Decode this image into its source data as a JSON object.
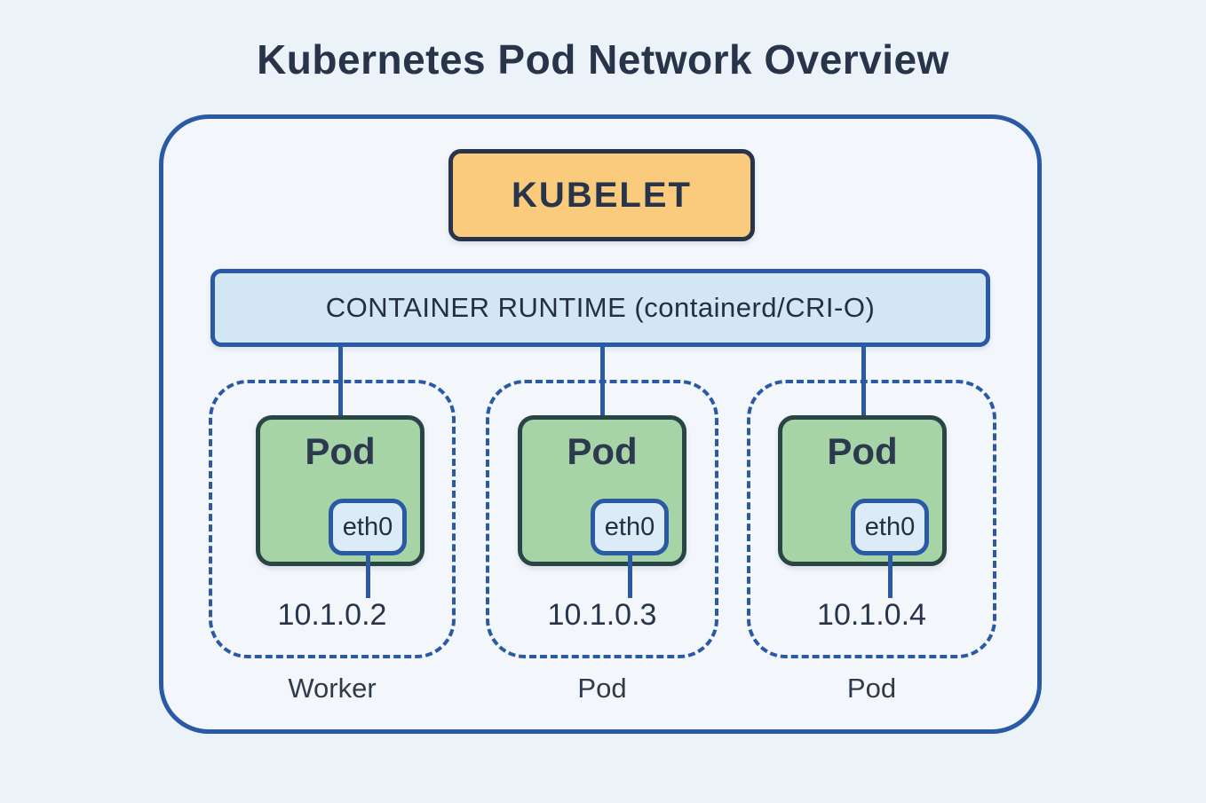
{
  "title": "Kubernetes Pod Network Overview",
  "node": {
    "kubelet_label": "KUBELET",
    "runtime_label": "CONTAINER RUNTIME (containerd/CRI-O)"
  },
  "groups": [
    {
      "pod_label": "Pod",
      "interface_label": "eth0",
      "ip": "10.1.0.2",
      "caption": "Worker"
    },
    {
      "pod_label": "Pod",
      "interface_label": "eth0",
      "ip": "10.1.0.3",
      "caption": "Pod"
    },
    {
      "pod_label": "Pod",
      "interface_label": "eth0",
      "ip": "10.1.0.4",
      "caption": "Pod"
    }
  ],
  "colors": {
    "background": "#EBF2F8",
    "node_fill": "#F3F7FB",
    "blue_accent": "#2A5AA6",
    "dark_text": "#28344A",
    "kubelet_fill": "#FACB7D",
    "runtime_fill": "#D3E6F4",
    "pod_fill": "#A7D4A6",
    "pod_border": "#2A4545",
    "eth0_fill": "#DCEBF8"
  }
}
